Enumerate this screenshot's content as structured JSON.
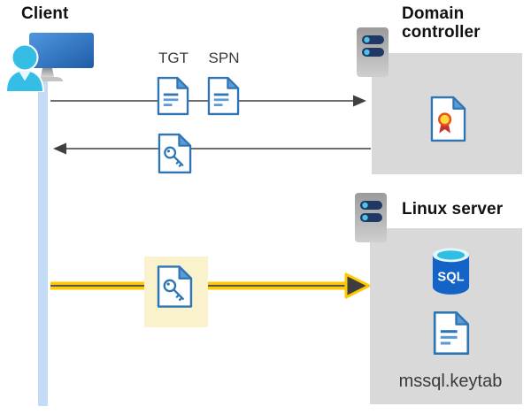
{
  "labels": {
    "client": "Client",
    "domain_controller": "Domain controller",
    "linux_server": "Linux server",
    "tgt": "TGT",
    "spn": "SPN",
    "sql": "SQL",
    "keytab_file": "mssql.keytab"
  },
  "icons": {
    "client": "client-workstation-icon",
    "domain_controller": "server-icon",
    "linux_server": "server-icon",
    "tgt": "document-icon",
    "spn": "document-icon",
    "service_ticket": "key-document-icon",
    "highlighted_ticket": "key-document-icon",
    "certificate": "certificate-icon",
    "sql_database": "sql-database-icon",
    "keytab": "document-icon"
  },
  "colors": {
    "arrow-yellow": "#ffc800",
    "arrow-dark": "#404040",
    "line-gray": "#595959",
    "highlight-cream": "#faf2cc",
    "box-gray": "#d9d9d9",
    "lifeline-blue": "#c3dbf5",
    "doc-blue": "#2e75b6",
    "doc-blue-light": "#5b9bd5",
    "server-navy": "#1f3864",
    "server-dot-cyan": "#4dc3e6",
    "sql-blue": "#1464c8",
    "sql-top-cyan": "#30bfe3",
    "person-cyan": "#34bde5",
    "seal-yellow": "#ffd83b",
    "seal-ring-orange": "#e8541d",
    "ribbon-red": "#c5312d",
    "text-dark": "#3a3a3a"
  }
}
